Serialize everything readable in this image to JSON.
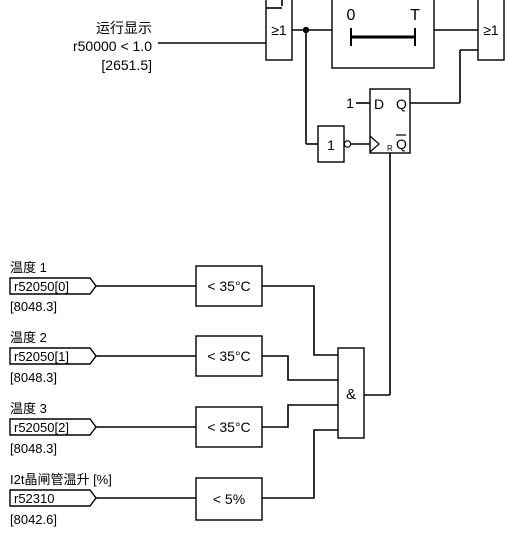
{
  "top_signal": {
    "title": "运行显示",
    "param": "r50000 < 1.0",
    "ref": "[2651.5]"
  },
  "gates": {
    "or_left": "≥1",
    "or_right": "≥1",
    "not": "1",
    "and": "&"
  },
  "timer": {
    "start": "0",
    "end": "T"
  },
  "flipflop": {
    "d_input_value": "1",
    "d": "D",
    "q": "Q",
    "qbar": "Q",
    "reset": "R"
  },
  "inputs": [
    {
      "label": "温度 1",
      "param": "r52050[0]",
      "ref": "[8048.3]",
      "comparator": "< 35°C"
    },
    {
      "label": "温度 2",
      "param": "r52050[1]",
      "ref": "[8048.3]",
      "comparator": "< 35°C"
    },
    {
      "label": "温度 3",
      "param": "r52050[2]",
      "ref": "[8048.3]",
      "comparator": "< 35°C"
    },
    {
      "label": "I2t晶闸管温升 [%]",
      "param": "r52310",
      "ref": "[8042.6]",
      "comparator": "< 5%"
    }
  ]
}
